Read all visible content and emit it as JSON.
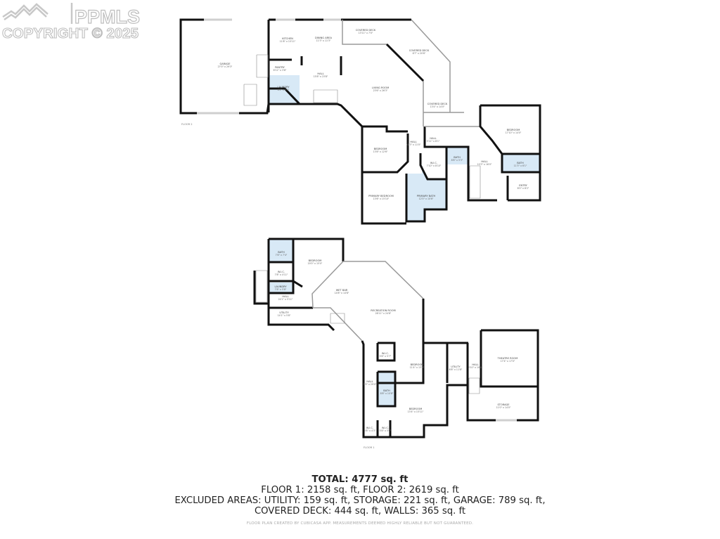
{
  "watermark": {
    "brand": "PPMLS",
    "copyright": "COPYRIGHT © 2025"
  },
  "floor2": {
    "label": "FLOOR 2",
    "rooms": [
      {
        "name": "GARAGE",
        "dims": "27'0\" x 29'3\""
      },
      {
        "name": "KITCHEN",
        "dims": "11'8\" x 15'11\""
      },
      {
        "name": "DINING AREA",
        "dims": "11'3\" x 11'3\""
      },
      {
        "name": "COVERED DECK",
        "dims": "13'11\" x 7'0\""
      },
      {
        "name": "COVERED DECK",
        "dims": "8'7\" x 20'6\""
      },
      {
        "name": "PANTRY",
        "dims": "6'11\" x 3'8\""
      },
      {
        "name": "HALL",
        "dims": "15'8\" x 23'8\""
      },
      {
        "name": "LAUNDRY",
        "dims": "6'0\" x 8'0\""
      },
      {
        "name": "LIVING ROOM",
        "dims": "23'6\" x 26'3\""
      },
      {
        "name": "COVERED DECK",
        "dims": "13'4\" x 14'0\""
      },
      {
        "name": "BEDROOM",
        "dims": "17'10\" x 14'0\""
      },
      {
        "name": "HALL",
        "dims": "5'11\" x 8'1\""
      },
      {
        "name": "HALL",
        "dims": "10'3\" x 11'0\""
      },
      {
        "name": "BEDROOM",
        "dims": "13'8\" x 12'6\""
      },
      {
        "name": "BATH",
        "dims": "8'8\" x 5'3\""
      },
      {
        "name": "W.I.C.",
        "dims": "7'10\" x 8'10\""
      },
      {
        "name": "HALL",
        "dims": "10'3\" x 16'0\""
      },
      {
        "name": "BATH",
        "dims": "11'3\" x 6'1\""
      },
      {
        "name": "ENTRY",
        "dims": "8'0\" x 8'2\""
      },
      {
        "name": "PRIMARY BEDROOM",
        "dims": "13'6\" x 15'10\""
      },
      {
        "name": "PRIMARY BATH",
        "dims": "12'0\" x 10'6\""
      }
    ]
  },
  "floor1": {
    "label": "FLOOR 1",
    "rooms": [
      {
        "name": "BATH",
        "dims": "7'8\" x 7'4\""
      },
      {
        "name": "BEDROOM",
        "dims": "20'0\" x 15'0\""
      },
      {
        "name": "W.I.C.",
        "dims": "7'8\" x 4'11\""
      },
      {
        "name": "LAUNDRY",
        "dims": "7'8\" x 5'8\""
      },
      {
        "name": "WET BAR",
        "dims": "14'8\" x 14'8\""
      },
      {
        "name": "HALL",
        "dims": "24'1\" x 5'11\""
      },
      {
        "name": "UTILITY",
        "dims": "14'1\" x 5'8\""
      },
      {
        "name": "RECREATION ROOM",
        "dims": "28'11\" x 24'8\""
      },
      {
        "name": "W.I.C.",
        "dims": "5'8\" x 5'7\""
      },
      {
        "name": "BEDROOM",
        "dims": "11'4\" x 13'3\""
      },
      {
        "name": "UTILITY",
        "dims": "6'8\" x 11'8\""
      },
      {
        "name": "HALL",
        "dims": "3'10\" x 10'0\""
      },
      {
        "name": "THEATRE ROOM",
        "dims": "17'4\" x 17'0\""
      },
      {
        "name": "HALL",
        "dims": "7'0\" x 29'0\""
      },
      {
        "name": "BATH",
        "dims": "8'8\" x 10'8\""
      },
      {
        "name": "BEDROOM",
        "dims": "13'4\" x 15'11\""
      },
      {
        "name": "STORAGE",
        "dims": "11'0\" x 14'0\""
      },
      {
        "name": "W.I.C.",
        "dims": "5'8\" x 4'3\""
      },
      {
        "name": "W.I.C.",
        "dims": "5'8\" x 5'0\""
      }
    ]
  },
  "summary": {
    "total": "TOTAL: 4777 sq. ft",
    "floors": "FLOOR 1: 2158 sq. ft, FLOOR 2: 2619 sq. ft",
    "excluded_1": "EXCLUDED AREAS: UTILITY: 159 sq. ft, STORAGE: 221 sq. ft, GARAGE: 789 sq. ft,",
    "excluded_2": "COVERED DECK: 444 sq. ft, WALLS: 365 sq. ft"
  },
  "disclaimer": "FLOOR PLAN CREATED BY CUBICASA APP. MEASUREMENTS DEEMED HIGHLY RELIABLE BUT NOT GUARANTEED.",
  "colors": {
    "wall": "#111111",
    "wet_room": "#d8e9f6",
    "watermark": "#c8c8c8"
  }
}
